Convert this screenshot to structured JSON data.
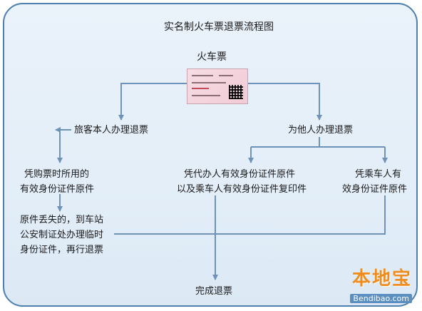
{
  "title": "实名制火车票退票流程图",
  "ticket_label": "火车票",
  "left_branch": "旅客本人办理退票",
  "right_branch": "为他人办理退票",
  "left_doc": [
    "凭购票时所用的",
    "有效身份证件原件"
  ],
  "lost_doc": [
    "原件丢失的，到车站",
    "公安制证处办理临时",
    "身份证件，再行退票"
  ],
  "proxy_doc": [
    "凭代办人有效身份证件原件",
    "以及乘车人有效身份证件复印件"
  ],
  "passenger_doc": [
    "凭乘车人有",
    "效身份证件原件"
  ],
  "end": "完成退票",
  "watermark": {
    "main": "本地宝",
    "sub": "Bendibao.com"
  },
  "colors": {
    "border": "#4f7faf",
    "arrow": "#6f93b8",
    "watermark": "#f08c1e"
  }
}
